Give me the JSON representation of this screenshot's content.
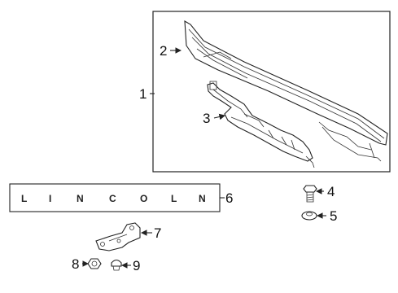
{
  "callouts": {
    "c1": "1",
    "c2": "2",
    "c3": "3",
    "c4": "4",
    "c5": "5",
    "c6": "6",
    "c7": "7",
    "c8": "8",
    "c9": "9"
  },
  "emblem": {
    "letters": [
      "L",
      "I",
      "N",
      "C",
      "O",
      "L",
      "N"
    ]
  }
}
